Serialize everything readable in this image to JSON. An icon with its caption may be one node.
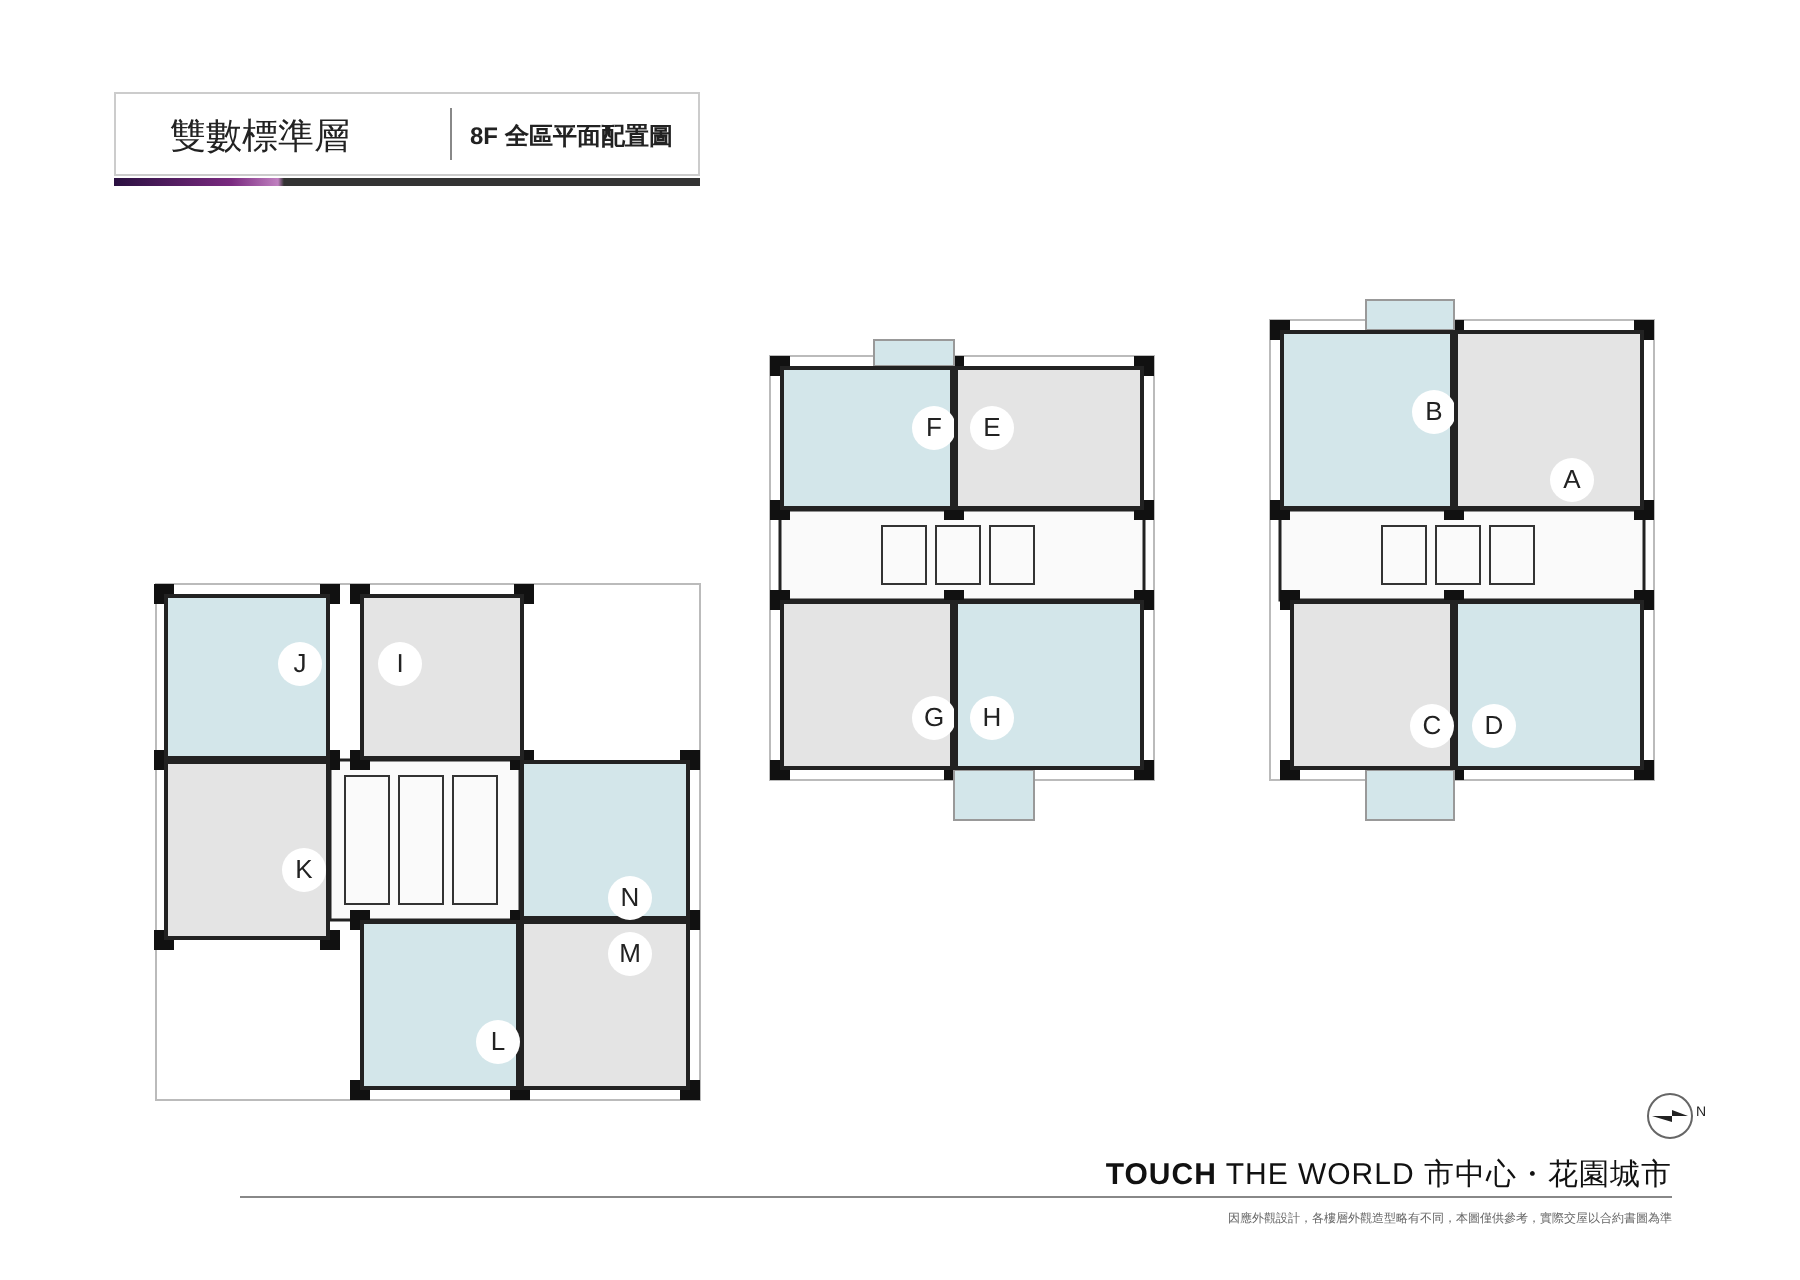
{
  "diagram": {
    "title": "雙數標準層",
    "nodes": [
      {
        "text": [
          "F"
        ]
      },
      {
        "text": [
          "E"
        ]
      },
      {
        "text": [
          "B"
        ]
      },
      {
        "text": [
          "A"
        ]
      },
      {
        "text": [
          "J"
        ]
      },
      {
        "text": [
          "I"
        ]
      },
      {
        "text": [
          "G"
        ]
      },
      {
        "text": [
          "H"
        ]
      },
      {
        "text": [
          "C"
        ]
      },
      {
        "text": [
          "D"
        ]
      },
      {
        "text": [
          "K"
        ]
      },
      {
        "text": [
          "N"
        ]
      },
      {
        "text": [
          "M"
        ]
      },
      {
        "text": [
          "L"
        ]
      }
    ],
    "labels": [
      "8F 全區平面配置圖",
      "N",
      "**TOUCH** THE WORLD 市中心・花園城市",
      "因應外觀設計，各樓層外觀造型略有不同，本圖僅供參考，實際交屋以合約書圖為準"
    ]
  }
}
